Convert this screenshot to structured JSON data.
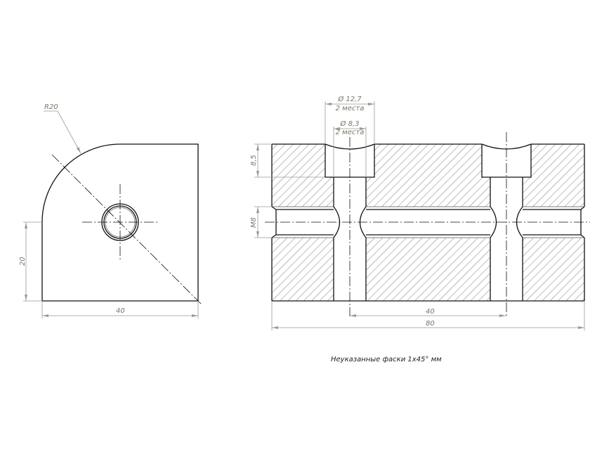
{
  "left_view": {
    "radius_label": "R20",
    "height_dim": "20",
    "width_dim": "40"
  },
  "section_view": {
    "counterbore_dia": "Ø 12,7",
    "counterbore_qty": "2 места",
    "hole_dia": "Ø 8,3",
    "hole_qty": "2 места",
    "counterbore_depth": "8,5",
    "thread": "M8",
    "hole_spacing": "40",
    "length": "80"
  },
  "note": "Неуказанные фаски 1x45° мм"
}
